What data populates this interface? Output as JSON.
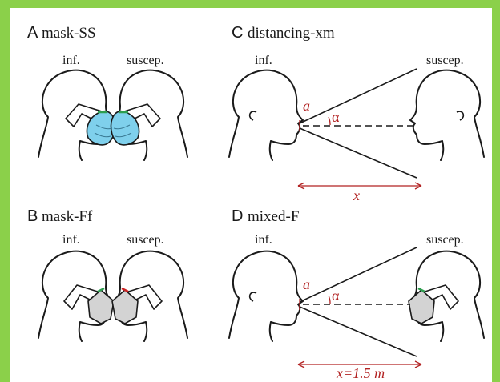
{
  "colors": {
    "frame_green": "#8bd04a",
    "surgical_mask": "#7fd0ec",
    "ffp2_mask": "#d3d3d3",
    "measure_red": "#b22222",
    "nose_clip_green": "#2e9e4f",
    "nose_clip_red": "#cc2222"
  },
  "panels": {
    "a": {
      "letter": "A",
      "name": "mask-SS",
      "left_role": "inf.",
      "right_role": "suscep."
    },
    "b": {
      "letter": "B",
      "name": "mask-Ff",
      "left_role": "inf.",
      "right_role": "suscep."
    },
    "c": {
      "letter": "C",
      "name": "distancing-xm",
      "left_role": "inf.",
      "right_role": "suscep.",
      "a_label": "a",
      "alpha_label": "α",
      "x_label": "x"
    },
    "d": {
      "letter": "D",
      "name": "mixed-F",
      "left_role": "inf.",
      "right_role": "suscep.",
      "a_label": "a",
      "alpha_label": "α",
      "x_label": "x=1.5 m"
    }
  }
}
